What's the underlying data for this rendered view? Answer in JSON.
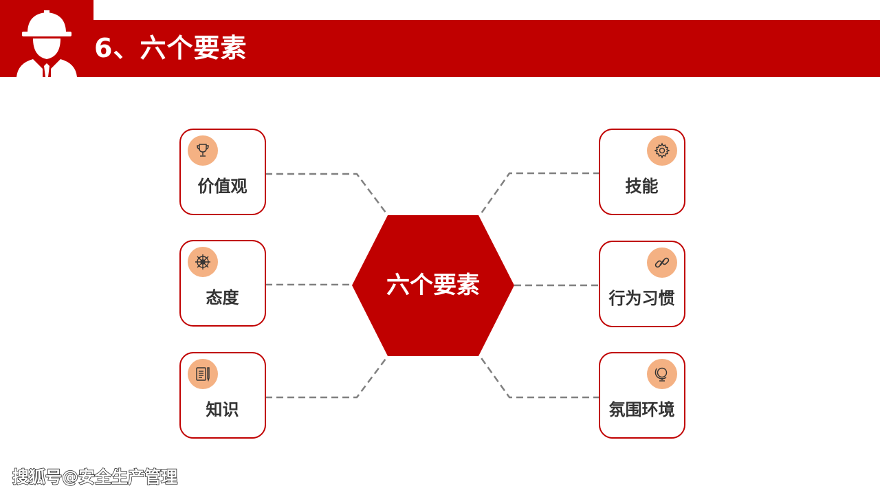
{
  "header": {
    "title": "6、六个要素"
  },
  "diagram": {
    "center_label": "六个要素",
    "left_factors": [
      {
        "label": "价值观",
        "icon": "trophy-icon"
      },
      {
        "label": "态度",
        "icon": "ship-wheel-icon"
      },
      {
        "label": "知识",
        "icon": "document-pen-icon"
      }
    ],
    "right_factors": [
      {
        "label": "技能",
        "icon": "gear-icon"
      },
      {
        "label": "行为习惯",
        "icon": "link-icon"
      },
      {
        "label": "氛围环境",
        "icon": "globe-icon"
      }
    ]
  },
  "footer": {
    "watermark": "搜狐号@安全生产管理"
  },
  "colors": {
    "primary_red": "#c00000",
    "icon_circle": "#f4b183",
    "connector_gray": "#808080",
    "label_text": "#333333"
  }
}
